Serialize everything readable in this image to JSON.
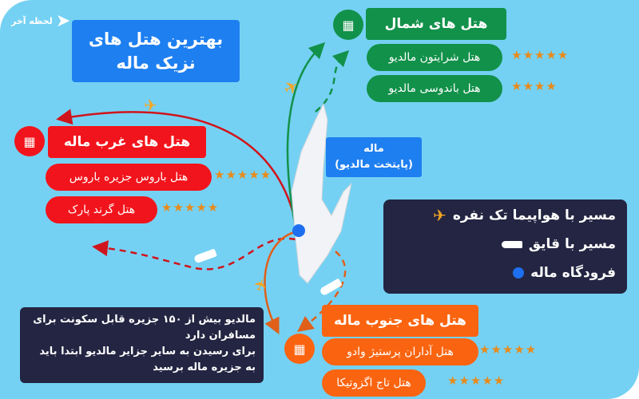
{
  "brand": {
    "logo_text": "لحظه آخر"
  },
  "title": {
    "line1": "بهترین هتل های",
    "line2": "نزیک ماله"
  },
  "capital_label": {
    "line1": "ماله",
    "line2": "(پایتخت مالدیو)"
  },
  "regions": {
    "north": {
      "heading": "هتل های شمال ماله",
      "color": "#12914a",
      "hotels": [
        {
          "name": "هتل شرایتون مالدیو",
          "stars": 5
        },
        {
          "name": "هتل باندوسی مالدیو",
          "stars": 4
        }
      ]
    },
    "west": {
      "heading": "هتل های غرب ماله",
      "color": "#f2141c",
      "hotels": [
        {
          "name": "هتل باروس جزیره باروس",
          "stars": 5
        },
        {
          "name": "هتل گرند پارک",
          "stars": 5
        }
      ]
    },
    "south": {
      "heading": "هتل های جنوب ماله",
      "color": "#fa6410",
      "hotels": [
        {
          "name": "هتل آداران پرستیژ وادو",
          "stars": 5
        },
        {
          "name": "هتل تاج اگزوتیکا",
          "stars": 5
        }
      ]
    }
  },
  "stars_display": {
    "five": "★★★★★",
    "four": "★★★★"
  },
  "legend": {
    "items": [
      {
        "label": "مسیر با هواپیما تک نفره",
        "icon": "seaplane-icon"
      },
      {
        "label": "مسیر با قایق",
        "icon": "boat-icon"
      },
      {
        "label": "فرودگاه ماله",
        "icon": "airport-dot-icon"
      }
    ]
  },
  "note": {
    "lines": [
      "مالدیو بیش از ۱۵۰ جزیره قابل سکونت  برای مسافران دارد",
      "برای رسیدن به سایر جزایر مالدیو ابتدا باید به جزیره ماله برسید"
    ]
  },
  "colors": {
    "background": "#75d1f3",
    "title_blue": "#1e7ff0",
    "dark_panel": "#232542",
    "star": "#e88a1a",
    "airport": "#1e6ff0"
  }
}
